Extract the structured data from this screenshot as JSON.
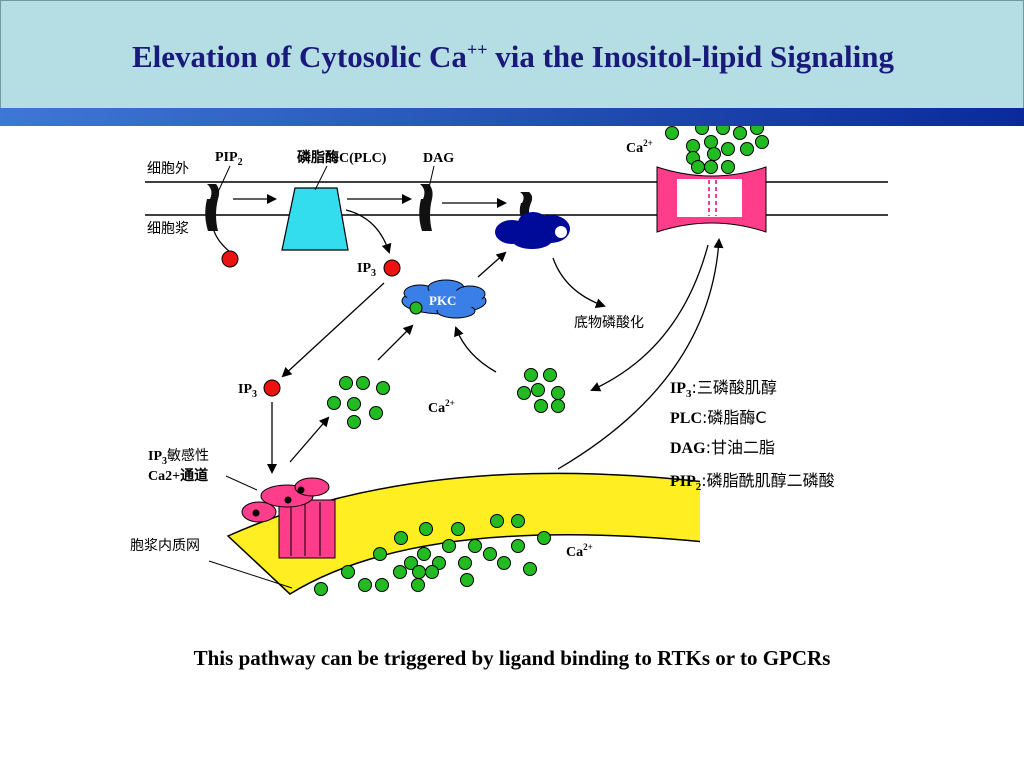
{
  "title": {
    "main": "Elevation of Cytosolic Ca",
    "sup": "++",
    "rest": " via the Inositol-lipid Signaling"
  },
  "labels": {
    "extracellular": "细胞外",
    "cytoplasm": "细胞浆",
    "pip": "PIP",
    "pip_sub": "2",
    "plc": "磷脂酶C(PLC)",
    "dag": "DAG",
    "ip3": "IP",
    "ip3_sub": "3",
    "pkc": "PKC",
    "substrate_phos": "底物磷酸化",
    "ca": "Ca",
    "ca_sup": "2+",
    "ip3_channel_line1_a": "IP",
    "ip3_channel_line1_sub": "3",
    "ip3_channel_line1_b": "敏感性",
    "ip3_channel_line2": "Ca2+通道",
    "er": "胞浆内质网"
  },
  "legend": [
    {
      "abbr": "IP",
      "sub": "3",
      "text": ":三磷酸肌醇"
    },
    {
      "abbr": "PLC",
      "sub": "",
      "text": ":磷脂酶C"
    },
    {
      "abbr": "DAG",
      "sub": "",
      "text": ":甘油二脂"
    },
    {
      "abbr": "PIP",
      "sub": "2",
      "text": ":磷脂酰肌醇二磷酸"
    }
  ],
  "footer": "This pathway can be triggered by ligand binding to RTKs or to GPCRs",
  "colors": {
    "title_bg": "#b5dde4",
    "title_text": "#1a1a7a",
    "plc": "#33ddee",
    "pkc": "#3a7fe8",
    "g_protein": "#000a99",
    "channel": "#ff3d8b",
    "er_membrane": "#ffee22",
    "calcium": "#22bb22",
    "ip3": "#ee1111"
  }
}
